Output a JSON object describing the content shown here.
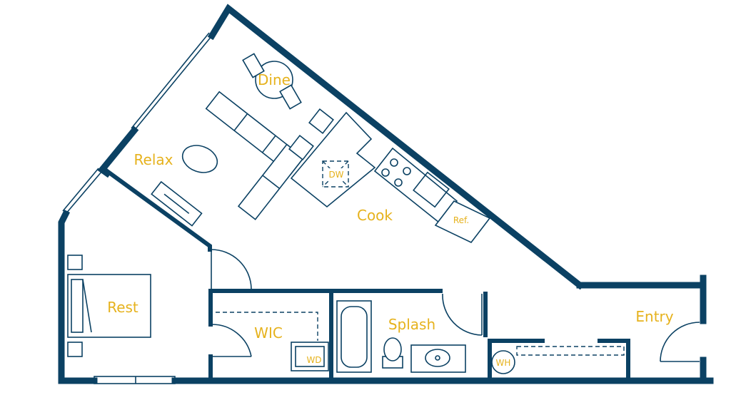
{
  "rooms": {
    "dine": "Dine",
    "relax": "Relax",
    "cook": "Cook",
    "rest": "Rest",
    "wic": "WIC",
    "splash": "Splash",
    "entry": "Entry"
  },
  "fixtures": {
    "dw": "DW",
    "ref": "Ref.",
    "wd": "WD",
    "wh": "WH"
  },
  "colors": {
    "wall": "#0b4163",
    "label": "#e6b21d",
    "background": "#ffffff"
  }
}
